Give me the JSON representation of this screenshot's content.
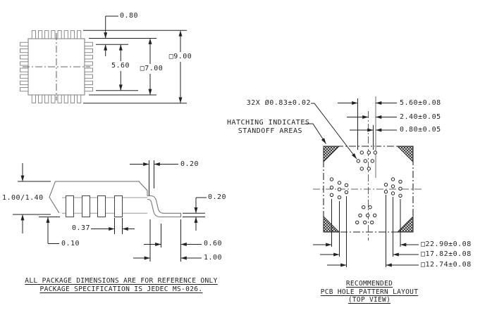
{
  "colors": {
    "dimension_line": "#222222",
    "object_line": "#8c8c8c",
    "text": "#1f1f1f",
    "hatch": "#333333"
  },
  "top_view": {
    "pitch": "0.80",
    "lead_span": "5.60",
    "body_size": "□7.00",
    "overall_size": "□9.00"
  },
  "side_view": {
    "lead_thickness": "0.20",
    "foot_thickness": "0.20",
    "height_range": "1.00/1.40",
    "lead_width": "0.37",
    "standoff": "0.10",
    "foot_length": "0.60",
    "lead_length": "1.00"
  },
  "notes": {
    "line1": "ALL PACKAGE DIMENSIONS ARE FOR REFERENCE ONLY",
    "line2": "PACKAGE SPECIFICATION IS JEDEC MS-026."
  },
  "pcb": {
    "hole_callout": "32X Ø0.83±0.02",
    "hatching_note": {
      "line1": "HATCHING INDICATES",
      "line2": "STANDOFF AREAS"
    },
    "top_dims": {
      "d1": "5.60±0.08",
      "d2": "2.40±0.05",
      "d3": "0.80±0.05"
    },
    "bottom_dims": {
      "d1": "□22.90±0.08",
      "d2": "□17.82±0.08",
      "d3": "□12.74±0.08"
    },
    "caption": {
      "line1": "RECOMMENDED",
      "line2": "PCB HOLE PATTERN LAYOUT",
      "line3": "(TOP VIEW)"
    }
  }
}
